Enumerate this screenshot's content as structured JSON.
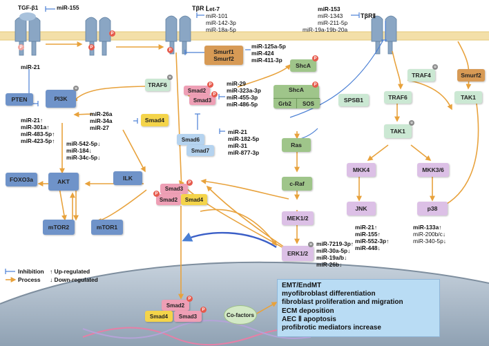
{
  "colors": {
    "inhibition": "#4a7fd4",
    "process": "#e8a23c",
    "membrane": "#f3dfa8",
    "nucleus": "#aebccb",
    "outcome_box": "#b9dcf4"
  },
  "top": {
    "tgf": "TGF-β1",
    "mir155": "miR-155",
    "tbr1": "TβR Ⅰ",
    "tbr1_mirs": [
      "Let-7",
      "miR-101",
      "miR-142-3p",
      "miR-18a-5p"
    ],
    "tbr2": "TβRⅡ",
    "tbr2_mirs": [
      "miR-153",
      "miR-1343",
      "miR-211-5p",
      "miR-19a-19b-20a"
    ]
  },
  "nodes": {
    "traf6_left": "TRAF6",
    "smurf1": "Smurf1",
    "smurf2_a": "Smurf2",
    "shca_top": "ShcA",
    "traf4": "TRAF4",
    "smurf2_right": "Smurf2",
    "pten": "PTEN",
    "pi3k": "PI3K",
    "smad2": "Smad2",
    "smad3": "Smad3",
    "shca": "ShcA",
    "grb2": "Grb2",
    "sos": "SOS",
    "spsb1": "SPSB1",
    "traf6_right": "TRAF6",
    "tak1_right": "TAK1",
    "smad4": "Smad4",
    "smad6": "Smad6",
    "smad7": "Smad7",
    "ras": "Ras",
    "tak1_mid": "TAK1",
    "foxo3a": "FOXO3a",
    "akt": "AKT",
    "ilk": "ILK",
    "complex_smad3": "Smad3",
    "complex_smad2": "Smad2",
    "complex_smad4": "Smad4",
    "craf": "c-Raf",
    "mkk4": "MKK4",
    "mkk36": "MKK3/6",
    "mek12": "MEK1/2",
    "jnk": "JNK",
    "p38": "p38",
    "mtor2": "mTOR2",
    "mtor1": "mTOR1",
    "erk12": "ERK1/2",
    "nuc_smad2": "Smad2",
    "nuc_smad3": "Smad3",
    "nuc_smad4": "Smad4",
    "cofactors": "Co-factors"
  },
  "mirs": {
    "mir21_left": "miR-21",
    "smurf_mirs": [
      "miR-125a-5p",
      "miR-424",
      "miR-411-3p"
    ],
    "smad23_mirs": [
      "miR-29",
      "miR-323a-3p",
      "miR-455-3p",
      "miR-486-5p"
    ],
    "smad4_mirs": [
      "miR-26a",
      "miR-34a",
      "miR-27"
    ],
    "smad67_mirs": [
      "miR-21",
      "miR-182-5p",
      "miR-31",
      "miR-877-3p"
    ],
    "akt_up": [
      "miR-21↑",
      "miR-301a↑",
      "miR-483-5p↑",
      "miR-423-5p↑"
    ],
    "akt_down": [
      "miR-542-5p↓",
      "miR-184↓",
      "miR-34c-5p↓"
    ],
    "erk_mirs": [
      "miR-7219-3p↑",
      "miR-30a-5p↓",
      "miR-19a/b↓",
      "miR-26b↓"
    ],
    "jnk_mirs": [
      "miR-21↑",
      "miR-155↑",
      "miR-552-3p↑",
      "miR-448↓"
    ],
    "p38_mirs": [
      "miR-133a↑",
      "miR-200b/c↓",
      "miR-340-5p↓"
    ]
  },
  "legend": {
    "inhibition": "Inhibition",
    "upregulated": "↑ Up-regulated",
    "process": "Process",
    "downregulated": "↓ Down-regulated"
  },
  "outcomes": [
    "EMT/EndMT",
    "myofibroblast differentiation",
    "fibroblast proliferation and migration",
    "ECM deposition",
    "AEC Ⅱ apoptosis",
    "profibrotic mediators increase"
  ]
}
